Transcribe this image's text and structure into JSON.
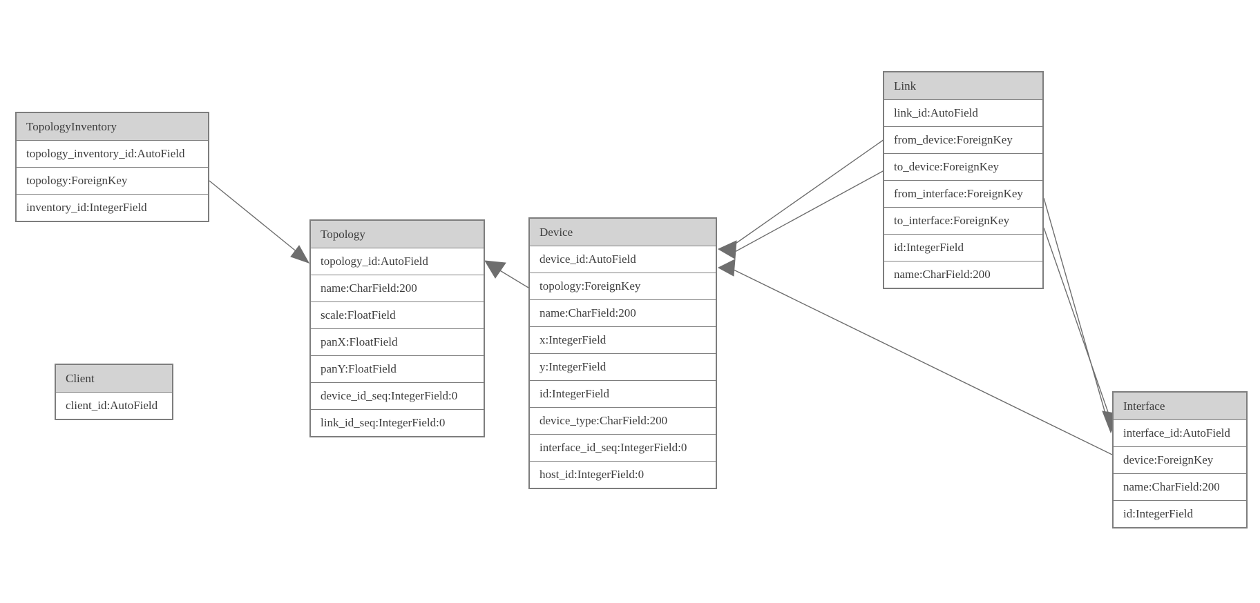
{
  "diagram": {
    "kind": "entity-relationship-model-graph",
    "colors": {
      "background": "#ffffff",
      "header_bg": "#d3d3d3",
      "border": "#7d7d7d",
      "text": "#3d3d3d",
      "edge": "#6e6e6e"
    },
    "entities": [
      {
        "name": "TopologyInventory",
        "rows": [
          "topology_inventory_id:AutoField",
          "topology:ForeignKey",
          "inventory_id:IntegerField"
        ]
      },
      {
        "name": "Topology",
        "rows": [
          "topology_id:AutoField",
          "name:CharField:200",
          "scale:FloatField",
          "panX:FloatField",
          "panY:FloatField",
          "device_id_seq:IntegerField:0",
          "link_id_seq:IntegerField:0"
        ]
      },
      {
        "name": "Client",
        "rows": [
          "client_id:AutoField"
        ]
      },
      {
        "name": "Device",
        "rows": [
          "device_id:AutoField",
          "topology:ForeignKey",
          "name:CharField:200",
          "x:IntegerField",
          "y:IntegerField",
          "id:IntegerField",
          "device_type:CharField:200",
          "interface_id_seq:IntegerField:0",
          "host_id:IntegerField:0"
        ]
      },
      {
        "name": "Link",
        "rows": [
          "link_id:AutoField",
          "from_device:ForeignKey",
          "to_device:ForeignKey",
          "from_interface:ForeignKey",
          "to_interface:ForeignKey",
          "id:IntegerField",
          "name:CharField:200"
        ]
      },
      {
        "name": "Interface",
        "rows": [
          "interface_id:AutoField",
          "device:ForeignKey",
          "name:CharField:200",
          "id:IntegerField"
        ]
      }
    ],
    "relations": [
      {
        "from": "TopologyInventory.topology",
        "to": "Topology",
        "type": "ForeignKey"
      },
      {
        "from": "Device.topology",
        "to": "Topology",
        "type": "ForeignKey"
      },
      {
        "from": "Link.from_device",
        "to": "Device",
        "type": "ForeignKey"
      },
      {
        "from": "Link.to_device",
        "to": "Device",
        "type": "ForeignKey"
      },
      {
        "from": "Interface.device",
        "to": "Device",
        "type": "ForeignKey"
      },
      {
        "from": "Link.from_interface",
        "to": "Interface",
        "type": "ForeignKey"
      },
      {
        "from": "Link.to_interface",
        "to": "Interface",
        "type": "ForeignKey"
      }
    ]
  }
}
